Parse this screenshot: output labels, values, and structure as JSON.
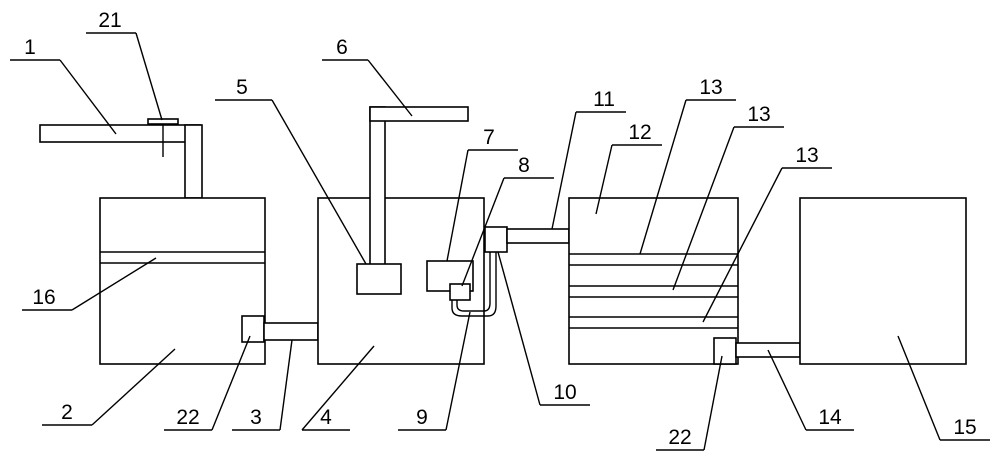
{
  "labels": {
    "l1": "1",
    "l21": "21",
    "l6": "6",
    "l5": "5",
    "l11": "11",
    "l13a": "13",
    "l12": "12",
    "l13b": "13",
    "l7": "7",
    "l8": "8",
    "l13c": "13",
    "l16": "16",
    "l2": "2",
    "l22a": "22",
    "l3": "3",
    "l4": "4",
    "l9": "9",
    "l10": "10",
    "l22b": "22",
    "l14": "14",
    "l15": "15"
  }
}
